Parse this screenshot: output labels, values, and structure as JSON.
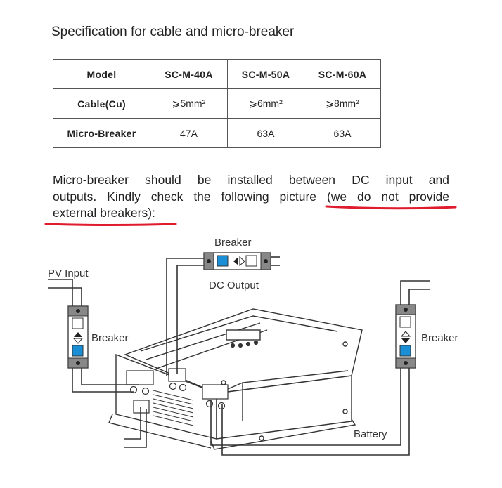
{
  "title": "Specification for cable and micro-breaker",
  "table": {
    "headers": [
      "Model",
      "SC-M-40A",
      "SC-M-50A",
      "SC-M-60A"
    ],
    "rows": [
      [
        "Cable(Cu)",
        "⩾5mm²",
        "⩾6mm²",
        "⩾8mm²"
      ],
      [
        "Micro-Breaker",
        "47A",
        "63A",
        "63A"
      ]
    ]
  },
  "paragraph": {
    "line1": "Micro-breaker should be installed between DC input and",
    "line2_a": "outputs. Kindly check the following picture ",
    "line2_b": "(we do not provide",
    "line3": "external breakers):"
  },
  "diagram": {
    "breaker_top": "Breaker",
    "dc_output": "DC Output",
    "pv_input": "PV Input",
    "breaker_left": "Breaker",
    "breaker_right": "Breaker",
    "battery": "Battery"
  },
  "colors": {
    "underline": "#e01b2e",
    "breaker_blue": "#1a8fd6",
    "line": "#333333"
  }
}
